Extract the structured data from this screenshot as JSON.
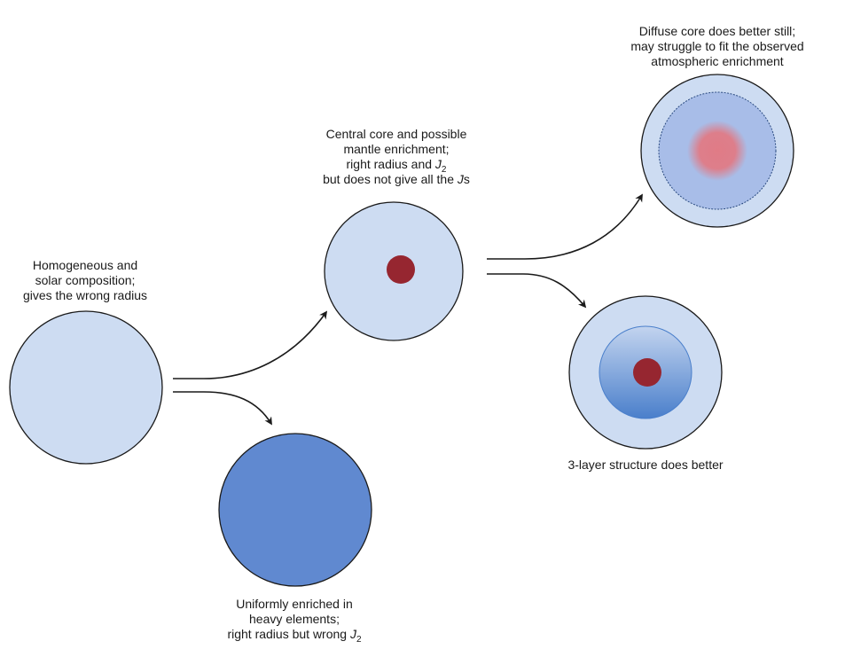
{
  "captions": {
    "homogeneous": {
      "line1": "Homogeneous and",
      "line2": "solar composition;",
      "line3": "gives the wrong radius"
    },
    "uniform": {
      "line1": "Uniformly enriched in",
      "line2": "heavy elements;",
      "line3_prefix": "right radius but wrong ",
      "line3_var": "J",
      "line3_sub": "2"
    },
    "central_core": {
      "line1": "Central core and possible",
      "line2": "mantle enrichment;",
      "line3_prefix": "right radius and ",
      "line3_var": "J",
      "line3_sub": "2",
      "line4_prefix": "but does not give all the ",
      "line4_var": "J",
      "line4_suffix": "s"
    },
    "diffuse": {
      "line1": "Diffuse core does better still;",
      "line2": "may struggle to fit the observed",
      "line3": "atmospheric enrichment"
    },
    "three_layer": {
      "line1": "3-layer structure does better"
    }
  },
  "colors": {
    "envelope": "#cddcf2",
    "enriched": "#6089d0",
    "core": "#962630",
    "diffuse_inner": "#a8bde8",
    "diffuse_core": "#e07b86",
    "layer_top": "#c3d4ef",
    "layer_bottom": "#4a7fcb",
    "outline": "#1a1a1a"
  }
}
